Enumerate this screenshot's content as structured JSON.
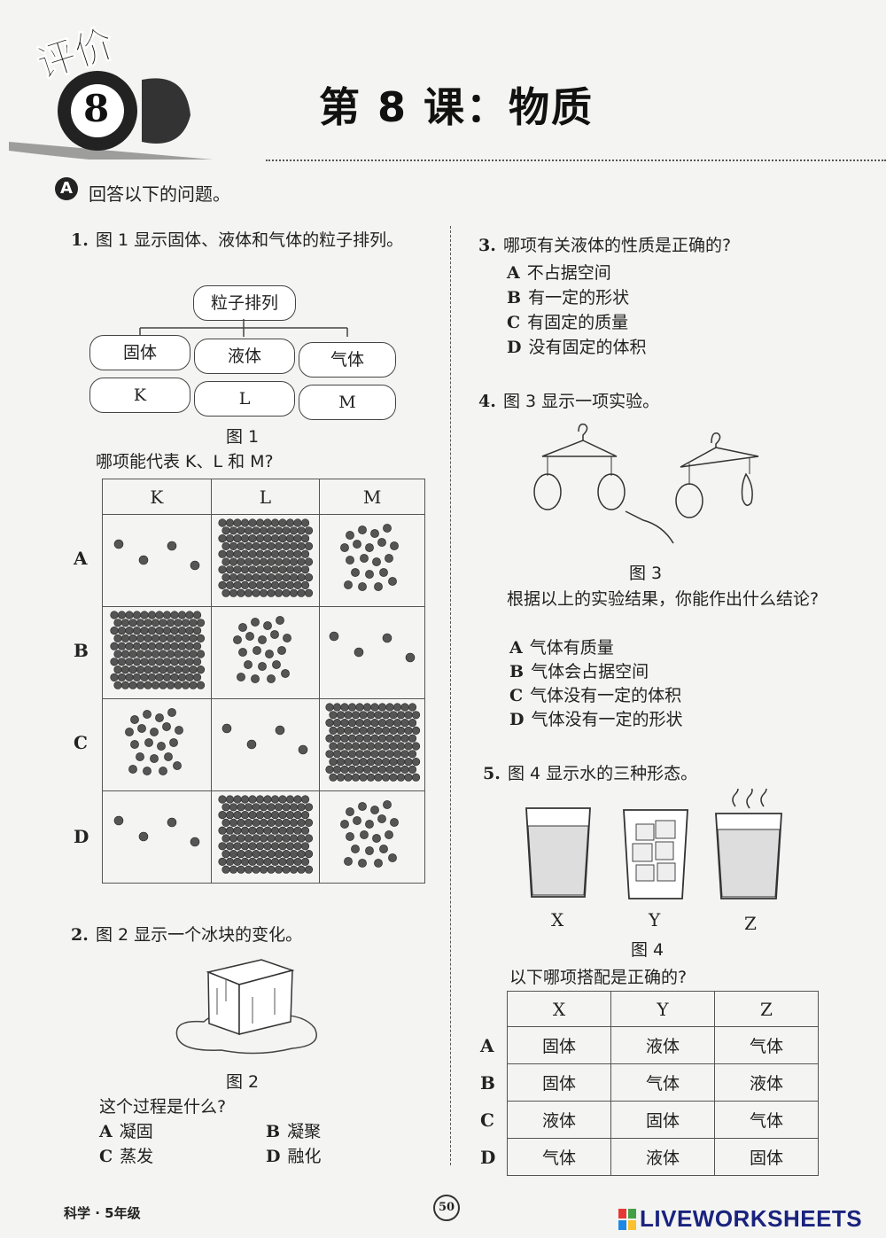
{
  "header": {
    "badge_text": "评价",
    "badge_number": "8",
    "title": "第 8 课：物质"
  },
  "section_a": {
    "letter": "A",
    "instruction": "回答以下的问题。"
  },
  "q1": {
    "num": "1.",
    "text": "图 1 显示固体、液体和气体的粒子排列。",
    "diagram": {
      "root": "粒子排列",
      "states": [
        "固体",
        "液体",
        "气体"
      ],
      "letters": [
        "K",
        "L",
        "M"
      ]
    },
    "fig_caption": "图 1",
    "prompt": "哪项能代表 K、L 和 M?",
    "table_headers": [
      "K",
      "L",
      "M"
    ],
    "rows": [
      {
        "label": "A",
        "cells": [
          "gas",
          "solid",
          "liquid"
        ]
      },
      {
        "label": "B",
        "cells": [
          "solid",
          "liquid",
          "gas"
        ]
      },
      {
        "label": "C",
        "cells": [
          "liquid",
          "gas",
          "solid"
        ]
      },
      {
        "label": "D",
        "cells": [
          "gas",
          "solid",
          "liquid"
        ]
      }
    ]
  },
  "q2": {
    "num": "2.",
    "text": "图 2 显示一个冰块的变化。",
    "fig_caption": "图 2",
    "prompt": "这个过程是什么?",
    "options": [
      {
        "label": "A",
        "text": "凝固"
      },
      {
        "label": "B",
        "text": "凝聚"
      },
      {
        "label": "C",
        "text": "蒸发"
      },
      {
        "label": "D",
        "text": "融化"
      }
    ]
  },
  "q3": {
    "num": "3.",
    "text": "哪项有关液体的性质是正确的?",
    "options": [
      {
        "label": "A",
        "text": "不占据空间"
      },
      {
        "label": "B",
        "text": "有一定的形状"
      },
      {
        "label": "C",
        "text": "有固定的质量"
      },
      {
        "label": "D",
        "text": "没有固定的体积"
      }
    ]
  },
  "q4": {
    "num": "4.",
    "text": "图 3 显示一项实验。",
    "fig_caption": "图 3",
    "prompt": "根据以上的实验结果，你能作出什么结论?",
    "options": [
      {
        "label": "A",
        "text": "气体有质量"
      },
      {
        "label": "B",
        "text": "气体会占据空间"
      },
      {
        "label": "C",
        "text": "气体没有一定的体积"
      },
      {
        "label": "D",
        "text": "气体没有一定的形状"
      }
    ]
  },
  "q5": {
    "num": "5.",
    "text": "图 4 显示水的三种形态。",
    "glass_labels": [
      "X",
      "Y",
      "Z"
    ],
    "fig_caption": "图 4",
    "prompt": "以下哪项搭配是正确的?",
    "table_headers": [
      "X",
      "Y",
      "Z"
    ],
    "rows": [
      {
        "label": "A",
        "cells": [
          "固体",
          "液体",
          "气体"
        ]
      },
      {
        "label": "B",
        "cells": [
          "固体",
          "气体",
          "液体"
        ]
      },
      {
        "label": "C",
        "cells": [
          "液体",
          "固体",
          "气体"
        ]
      },
      {
        "label": "D",
        "cells": [
          "气体",
          "液体",
          "固体"
        ]
      }
    ]
  },
  "footer": {
    "subject": "科学 · 5年级",
    "page": "50",
    "watermark": "LIVEWORKSHEETS"
  }
}
